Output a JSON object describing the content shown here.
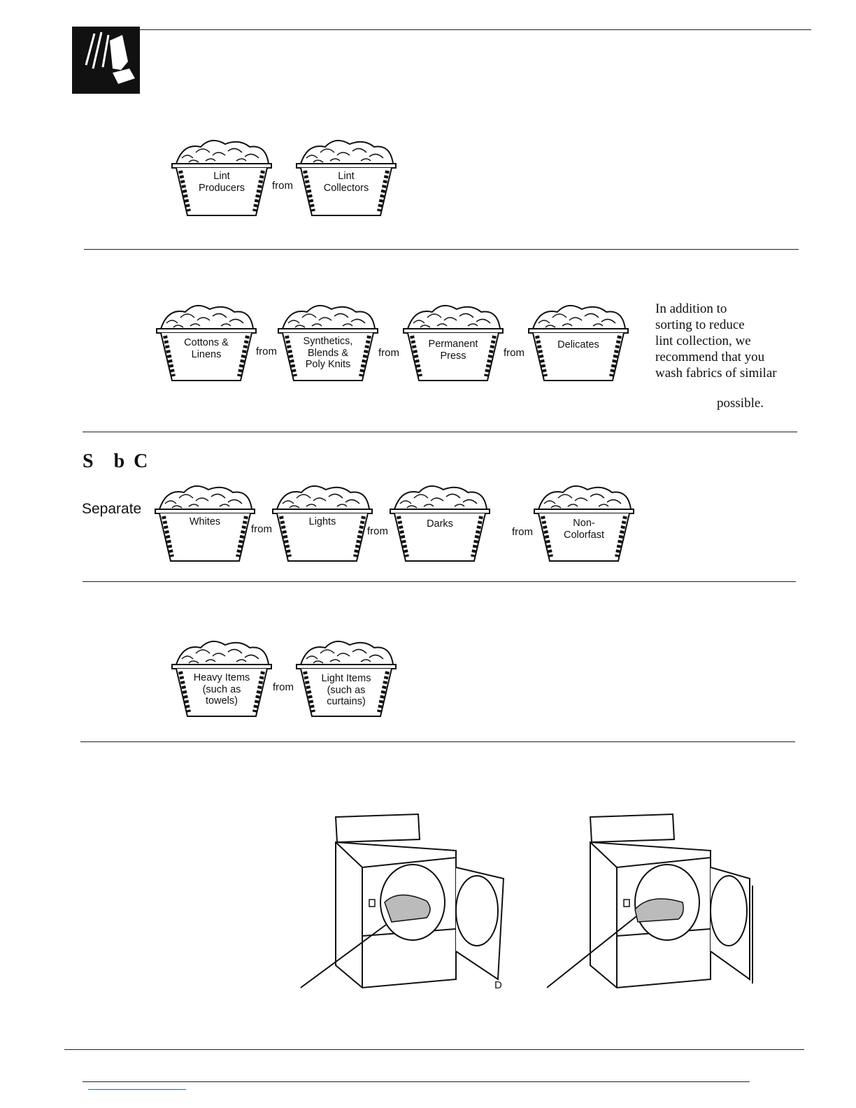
{
  "header": {
    "icon": "hand-pressing-button-icon"
  },
  "section1": {
    "baskets": [
      "Lint\nProducers",
      "Lint\nCollectors"
    ],
    "from": "from"
  },
  "section2": {
    "baskets": [
      "Cottons &\nLinens",
      "Synthetics,\nBlends &\nPoly Knits",
      "Permanent\nPress",
      "Delicates"
    ],
    "from": [
      "from",
      "from",
      "from"
    ],
    "note_lines": [
      "In addition to",
      "sorting to reduce",
      "lint collection, we",
      "recommend that you",
      "wash fabrics of similar"
    ],
    "note_tail": "possible."
  },
  "section3": {
    "heading": [
      "S",
      "b",
      "C"
    ],
    "separate": "Separate",
    "baskets": [
      "Whites",
      "Lights",
      "Darks",
      "Non-\nColorfast"
    ],
    "from": [
      "from",
      "from",
      "from"
    ]
  },
  "section4": {
    "baskets": [
      "Heavy Items\n(such as\ntowels)",
      "Light Items\n(such as\ncurtains)"
    ],
    "from": "from"
  },
  "dryers": {
    "label": "D"
  }
}
